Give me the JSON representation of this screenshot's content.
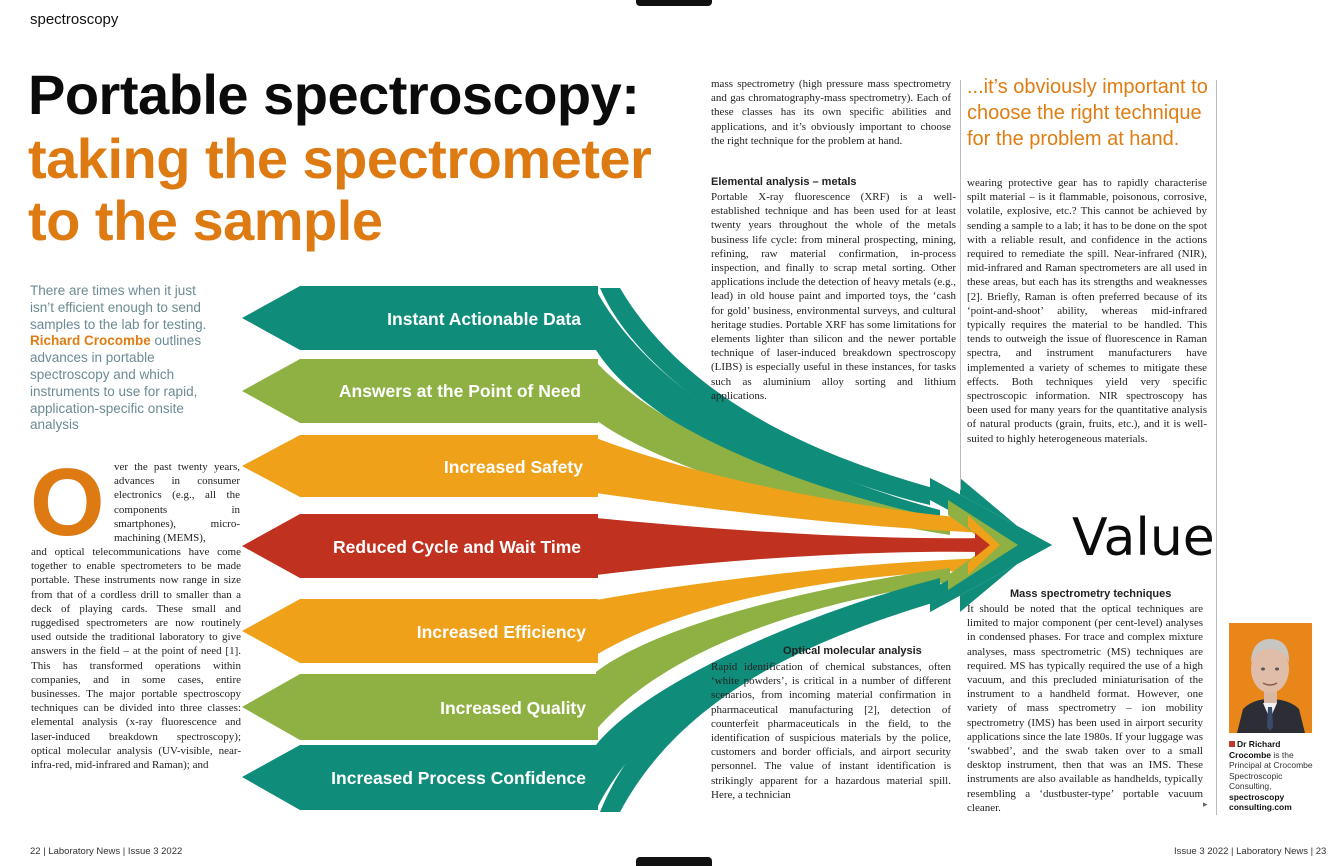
{
  "section_tag": "spectroscopy",
  "headline": {
    "line1": "Portable spectroscopy:",
    "line2": "taking the spectrometer",
    "line3": "to the sample"
  },
  "standfirst": {
    "before": "There are times when it just isn’t efficient enough to send samples to the lab for testing. ",
    "author": "Richard Crocombe",
    "after": " outlines advances in portable spectroscopy and which instruments to use for rapid, application-specific onsite analysis"
  },
  "col1": {
    "dropcap": "O",
    "part_a": "ver the past twenty years, advances in consumer electronics (e.g., all the components in smartphones), micro-machining (MEMS),",
    "part_b": "and optical telecommunications have come together to enable spectrometers to be made portable. These instruments now range in size from that of a cordless drill to smaller than a deck of playing cards. These small and ruggedised spectrometers are now routinely used outside the traditional laboratory to give answers in the field – at the point of need [1]. This has transformed operations within companies, and in some cases, entire businesses. The major portable spectroscopy techniques can be divided into three classes: elemental analysis (x-ray fluorescence and laser-induced breakdown spectroscopy); optical molecular analysis (UV-visible, near-infra-red, mid-infrared and Raman); and"
  },
  "graphic": {
    "bands": [
      "Instant Actionable Data",
      "Answers at the Point of Need",
      "Increased Safety",
      "Reduced Cycle and Wait Time",
      "Increased Efficiency",
      "Increased Quality",
      "Increased Process Confidence"
    ],
    "target_word": "Value",
    "colors": {
      "teal": "#0f8c7a",
      "olive": "#8fb144",
      "orange": "#efa11a",
      "red": "#c0311f"
    }
  },
  "col2": {
    "part_a": "mass spectrometry (high pressure mass spectrometry and gas chromatography-mass spectrometry). Each of these classes has its own specific abilities and applications, and it’s obviously important to choose the right technique for the problem at hand.",
    "heading_elemental": "Elemental analysis – metals",
    "part_b": "Portable X-ray fluorescence (XRF) is a well-established technique and has been used for at least twenty years throughout the whole of the metals business life cycle: from mineral prospecting, mining, refining, raw material confirmation, in-process inspection, and finally to scrap metal sorting. Other applications include the detection of heavy metals (e.g., lead) in old house paint and imported toys, the ‘cash for gold’ business, environmental surveys, and cultural heritage studies. Portable XRF has some limitations for elements lighter than silicon and the newer portable technique of laser-induced breakdown spectroscopy (LIBS) is especially useful in these instances, for tasks such as aluminium alloy sorting and lithium applications.",
    "heading_optical": "Optical molecular analysis",
    "part_c": "Rapid identification of chemical substances, often ‘white powders’, is critical in a number of different scenarios, from incoming material confirmation in pharmaceutical manufacturing [2], detection of counterfeit pharmaceuticals in the field, to the identification of suspicious materials by the police, customers and border officials, and airport security personnel. The value of instant identification is strikingly apparent for a hazardous material spill. Here, a technician"
  },
  "pullquote": "...it’s obviously important to choose the right technique for the problem at hand.",
  "col3": {
    "part_a": "wearing protective gear has to rapidly characterise spilt material – is it flammable, poisonous, corrosive, volatile, explosive, etc.? This cannot be achieved by sending a sample to a lab; it has to be done on the spot with a reliable result, and confidence in the actions required to remediate the spill. Near-infrared (NIR), mid-infrared and Raman spectrometers are all used in these areas, but each has its strengths and weaknesses [2]. Briefly, Raman is often preferred because of its ‘point-and-shoot’ ability, whereas mid-infrared typically requires the material to be handled. This tends to outweigh the issue of fluorescence in Raman spectra, and instrument manufacturers have implemented a variety of schemes to mitigate these effects. Both techniques yield very specific spectroscopic information. NIR spectroscopy has been used for many years for the quantitative analysis of natural products (grain, fruits, etc.), and it is well-suited to highly heterogeneous materials.",
    "heading_ms": "Mass spectrometry techniques",
    "part_b": "It should be noted that the optical techniques are limited to major component (per cent-level) analyses in condensed phases. For trace and complex mixture analyses, mass spectrometric (MS) techniques are required. MS has typically required the use of a high vacuum, and this precluded miniaturisation of the instrument to a handheld format. However, one variety of mass spectrometry – ion mobility spectrometry (IMS) has been used in airport security applications since the late 1980s. If your luggage was ‘swabbed’, and the swab taken over to a small desktop instrument, then that was an IMS. These instruments are also available as handhelds, typically resembling a ‘dustbuster-type’ portable vacuum cleaner."
  },
  "bio": {
    "name": "Dr Richard Crocombe",
    "text": " is the Principal at Crocombe Spectroscopic Consulting,",
    "site": "spectroscopy consulting.com"
  },
  "footer": {
    "left": "22 | Laboratory News | Issue 3 2022",
    "right": "Issue 3 2022 | Laboratory News | 23"
  }
}
